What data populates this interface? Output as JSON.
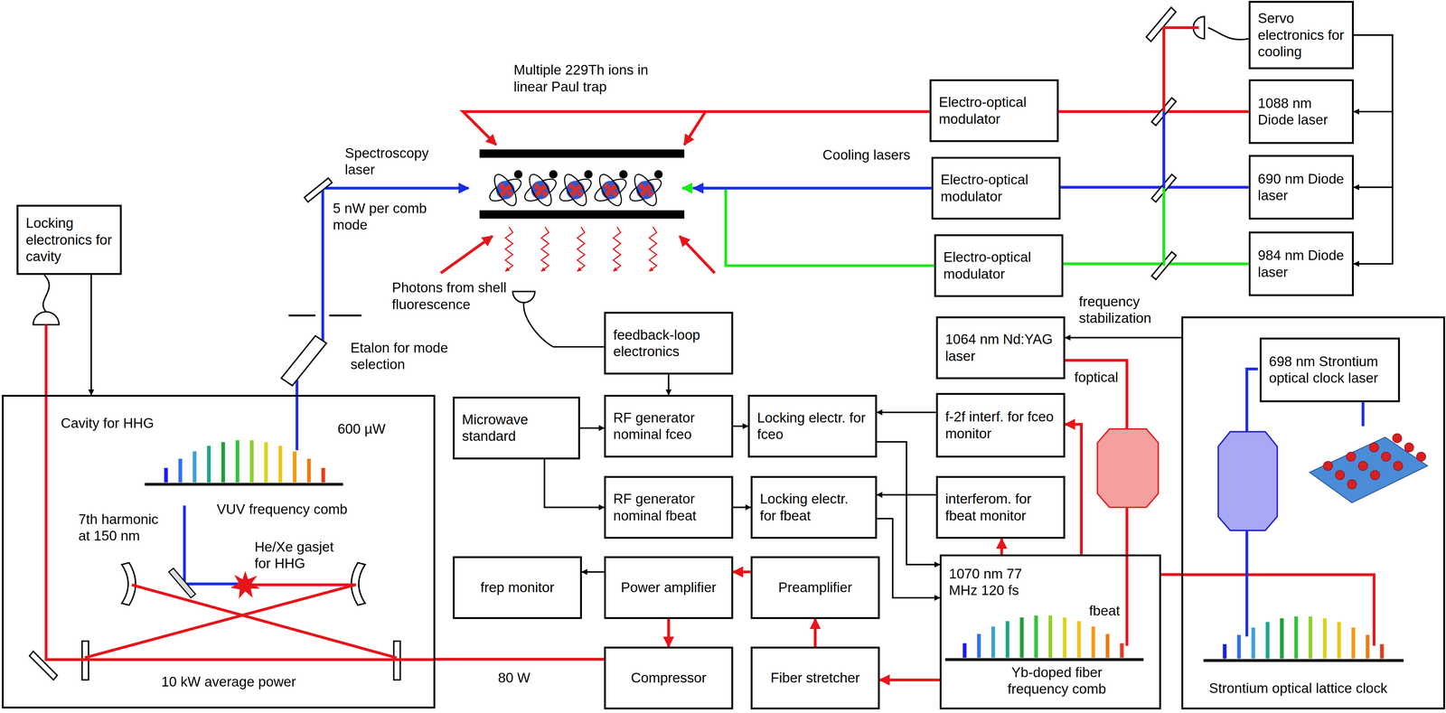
{
  "diagram": {
    "nodes": [
      {
        "text": [
          "Locking electronics for cavity"
        ]
      },
      {
        "text": [
          "Cavity for HHG"
        ]
      },
      {
        "text": [
          "Microwave standard"
        ]
      },
      {
        "text": [
          "RF generator nominal fceo"
        ]
      },
      {
        "text": [
          "RF generator nominal fbeat"
        ]
      },
      {
        "text": [
          "Locking electr. for fceo"
        ]
      },
      {
        "text": [
          "Locking electr. for fbeat"
        ]
      },
      {
        "text": [
          "f-2f interf. for fceo monitor"
        ]
      },
      {
        "text": [
          "interferom. for fbeat monitor"
        ]
      },
      {
        "text": [
          "frep monitor"
        ]
      },
      {
        "text": [
          "Power amplifier"
        ]
      },
      {
        "text": [
          "Preamplifier"
        ]
      },
      {
        "text": [
          "Compressor"
        ]
      },
      {
        "text": [
          "Fiber stretcher"
        ]
      },
      {
        "text": [
          "1070 nm 77 MHz 120 fs",
          "fbeat",
          "Yb-doped fiber frequency comb"
        ]
      },
      {
        "text": [
          "feedback-loop electronics"
        ]
      },
      {
        "text": [
          "1064 nm Nd:YAG laser"
        ]
      },
      {
        "text": [
          "Electro-optical modulator"
        ]
      },
      {
        "text": [
          "Electro-optical modulator"
        ]
      },
      {
        "text": [
          "Electro-optical modulator"
        ]
      },
      {
        "text": [
          "Servo electronics for cooling"
        ]
      },
      {
        "text": [
          "1088 nm Diode laser"
        ]
      },
      {
        "text": [
          "690 nm Diode laser"
        ]
      },
      {
        "text": [
          "984 nm Diode laser"
        ]
      },
      {
        "text": [
          "Strontium optical lattice clock"
        ]
      },
      {
        "text": [
          "698 nm Strontium optical clock laser"
        ],
        "in": 24
      }
    ],
    "edges": [
      {
        "from": 0,
        "to": 1,
        "arrow": "to"
      },
      {
        "from": 2,
        "to": 3,
        "arrow": "to"
      },
      {
        "from": 2,
        "to": 4,
        "arrow": "to"
      },
      {
        "from": 3,
        "to": 5,
        "arrow": "to"
      },
      {
        "from": 4,
        "to": 6,
        "arrow": "to"
      },
      {
        "from": 7,
        "to": 5,
        "arrow": "to"
      },
      {
        "from": 8,
        "to": 6,
        "arrow": "to"
      },
      {
        "from": 5,
        "to": 14,
        "arrow": "to"
      },
      {
        "from": 6,
        "to": 14,
        "arrow": "to"
      },
      {
        "from": 15,
        "to": 3,
        "arrow": "to"
      },
      {
        "from": 10,
        "to": 9,
        "arrow": "to"
      },
      {
        "from": 24,
        "to": 16,
        "label": "frequency stabilization",
        "arrow": "to"
      },
      {
        "from": 20,
        "to": 21,
        "arrow": "to"
      },
      {
        "from": 20,
        "to": 22,
        "arrow": "to"
      },
      {
        "from": 20,
        "to": 23,
        "arrow": "to"
      },
      {
        "from": 21,
        "to": 17,
        "arrow": "none"
      },
      {
        "from": 22,
        "to": 18,
        "arrow": "none"
      },
      {
        "from": 23,
        "to": 19,
        "arrow": "none"
      },
      {
        "from": 14,
        "to": 13,
        "arrow": "to"
      },
      {
        "from": 13,
        "to": 11,
        "arrow": "to"
      },
      {
        "from": 11,
        "to": 10,
        "arrow": "to"
      },
      {
        "from": 10,
        "to": 12,
        "arrow": "to"
      },
      {
        "from": 12,
        "to": 1,
        "arrow": "none"
      },
      {
        "from": 14,
        "to": 8,
        "arrow": "to"
      },
      {
        "from": 14,
        "to": 7,
        "arrow": "to"
      },
      {
        "from": 16,
        "to": 14,
        "arrow": "none"
      },
      {
        "from": 14,
        "to": 24,
        "arrow": "none"
      }
    ],
    "labels": [
      "Multiple 229Th ions in linear Paul trap",
      "Spectroscopy laser",
      "5 nW per comb mode",
      "Photons from shell fluorescence",
      "Etalon for mode selection",
      "600 µW",
      "VUV frequency comb",
      "7th harmonic at 150 nm",
      "He/Xe gasjet for HHG",
      "10 kW average power",
      "80 W",
      "Cooling lasers",
      "foptical"
    ]
  }
}
